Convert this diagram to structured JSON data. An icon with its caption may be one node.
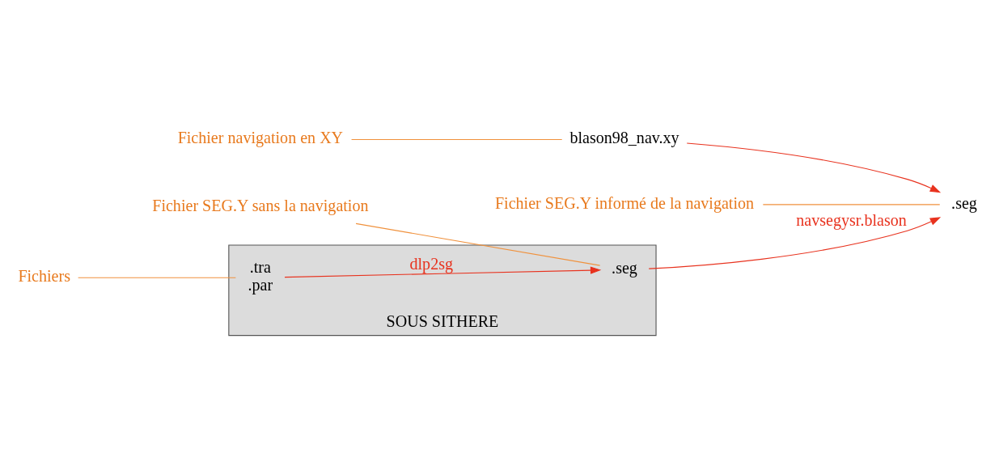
{
  "diagram": {
    "nodes": [
      {
        "text": [
          "SOUS SITHERE"
        ]
      },
      {
        "text": [
          ".tra",
          ".par"
        ],
        "in": 0
      },
      {
        "text": [
          ".seg"
        ],
        "in": 0
      },
      {
        "text": [
          "Fichiers"
        ]
      },
      {
        "text": [
          "Fichier SEG.Y sans la navigation"
        ]
      },
      {
        "text": [
          "blason98_nav.xy"
        ]
      },
      {
        "text": [
          ".seg"
        ]
      },
      {
        "text": [
          "Fichier SEG.Y informé de la navigation"
        ]
      },
      {
        "text": [
          "Fichier navigation en XY"
        ]
      }
    ],
    "edges": [
      {
        "from": 1,
        "to": 2,
        "arrow": "to",
        "label": "dlp2sg",
        "color": "#e8321e"
      },
      {
        "from": 2,
        "to": 6,
        "arrow": "to",
        "label": "navsegysr.blason",
        "color": "#e8321e"
      },
      {
        "from": 5,
        "to": 6,
        "arrow": "to",
        "color": "#e8321e"
      },
      {
        "from": 3,
        "to": 1,
        "arrow": "none",
        "color": "#f0913c"
      },
      {
        "from": 4,
        "to": 2,
        "arrow": "none",
        "color": "#f0913c"
      },
      {
        "from": 7,
        "to": 6,
        "arrow": "none",
        "color": "#f0913c"
      },
      {
        "from": 8,
        "to": 5,
        "arrow": "none",
        "color": "#f0913c"
      }
    ]
  }
}
